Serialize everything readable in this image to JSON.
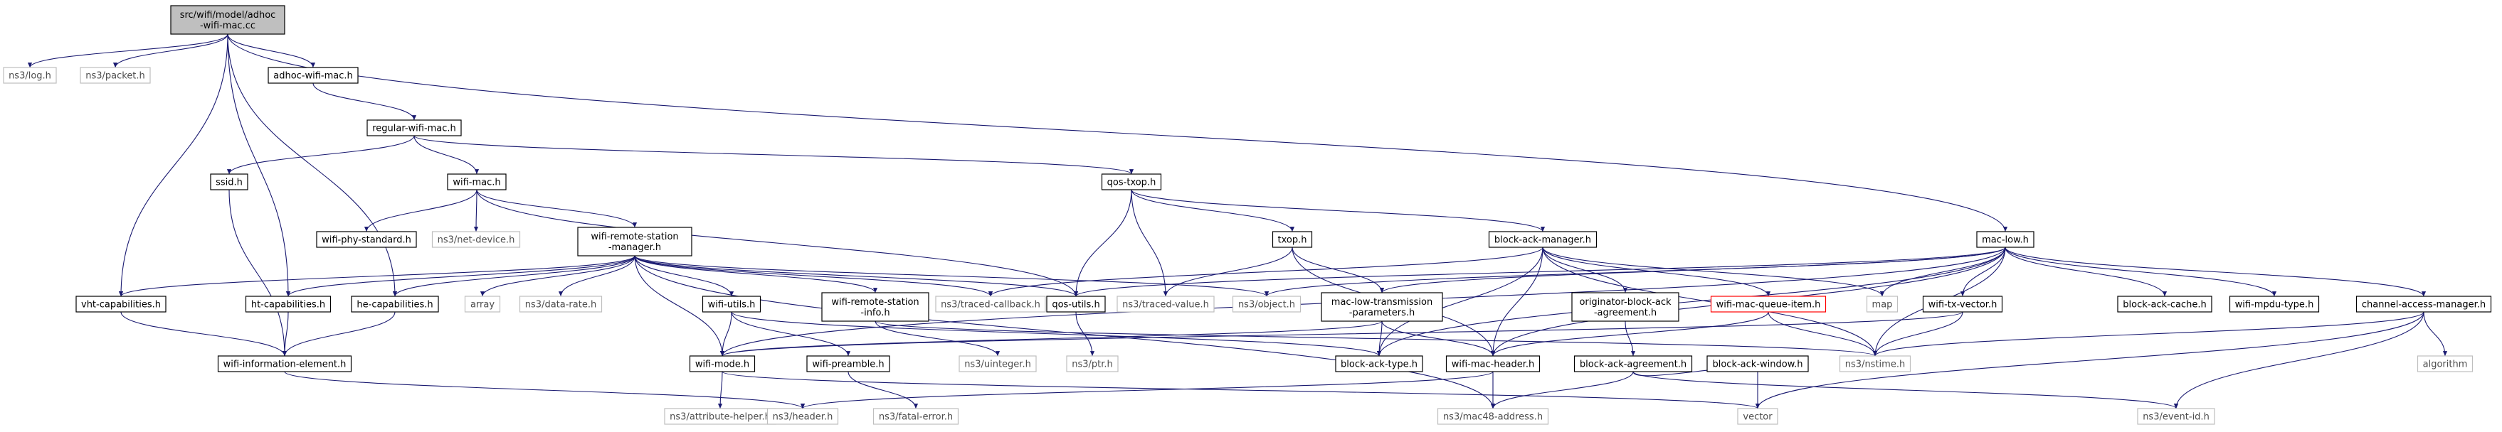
{
  "colors": {
    "edge": "#191970",
    "node_border": "#000000",
    "gray_border": "#bfbfbf",
    "red_border": "#ff0000",
    "root_fill": "#bfbfbf",
    "text": "#000000",
    "gray_text": "#4d4d4d"
  },
  "graph": {
    "nodes": [
      {
        "id": "root",
        "lines": [
          "src/wifi/model/adhoc",
          "-wifi-mac.cc"
        ],
        "style": "root"
      },
      {
        "id": "log",
        "lines": [
          "ns3/log.h"
        ],
        "style": "gray"
      },
      {
        "id": "packet",
        "lines": [
          "ns3/packet.h"
        ],
        "style": "gray"
      },
      {
        "id": "adhoc",
        "lines": [
          "adhoc-wifi-mac.h"
        ],
        "style": "normal"
      },
      {
        "id": "regular",
        "lines": [
          "regular-wifi-mac.h"
        ],
        "style": "normal"
      },
      {
        "id": "ssid",
        "lines": [
          "ssid.h"
        ],
        "style": "normal"
      },
      {
        "id": "wifimac",
        "lines": [
          "wifi-mac.h"
        ],
        "style": "normal"
      },
      {
        "id": "qostxop",
        "lines": [
          "qos-txop.h"
        ],
        "style": "normal"
      },
      {
        "id": "maclow",
        "lines": [
          "mac-low.h"
        ],
        "style": "normal"
      },
      {
        "id": "phystd",
        "lines": [
          "wifi-phy-standard.h"
        ],
        "style": "normal"
      },
      {
        "id": "netdev",
        "lines": [
          "ns3/net-device.h"
        ],
        "style": "gray"
      },
      {
        "id": "wrsm",
        "lines": [
          "wifi-remote-station",
          "-manager.h"
        ],
        "style": "normal"
      },
      {
        "id": "txop",
        "lines": [
          "txop.h"
        ],
        "style": "normal"
      },
      {
        "id": "bam",
        "lines": [
          "block-ack-manager.h"
        ],
        "style": "normal"
      },
      {
        "id": "vht",
        "lines": [
          "vht-capabilities.h"
        ],
        "style": "normal"
      },
      {
        "id": "ht",
        "lines": [
          "ht-capabilities.h"
        ],
        "style": "normal"
      },
      {
        "id": "he",
        "lines": [
          "he-capabilities.h"
        ],
        "style": "normal"
      },
      {
        "id": "array",
        "lines": [
          "array"
        ],
        "style": "gray"
      },
      {
        "id": "datarate",
        "lines": [
          "ns3/data-rate.h"
        ],
        "style": "gray"
      },
      {
        "id": "wifiutils",
        "lines": [
          "wifi-utils.h"
        ],
        "style": "normal"
      },
      {
        "id": "wrsi",
        "lines": [
          "wifi-remote-station",
          "-info.h"
        ],
        "style": "normal"
      },
      {
        "id": "tracedcb",
        "lines": [
          "ns3/traced-callback.h"
        ],
        "style": "gray"
      },
      {
        "id": "qosutils",
        "lines": [
          "qos-utils.h"
        ],
        "style": "normal"
      },
      {
        "id": "tracedval",
        "lines": [
          "ns3/traced-value.h"
        ],
        "style": "gray"
      },
      {
        "id": "object",
        "lines": [
          "ns3/object.h"
        ],
        "style": "gray"
      },
      {
        "id": "mltp",
        "lines": [
          "mac-low-transmission",
          "-parameters.h"
        ],
        "style": "normal"
      },
      {
        "id": "oba",
        "lines": [
          "originator-block-ack",
          "-agreement.h"
        ],
        "style": "normal"
      },
      {
        "id": "wmqi",
        "lines": [
          "wifi-mac-queue-item.h"
        ],
        "style": "red"
      },
      {
        "id": "map",
        "lines": [
          "map"
        ],
        "style": "gray"
      },
      {
        "id": "txvector",
        "lines": [
          "wifi-tx-vector.h"
        ],
        "style": "normal"
      },
      {
        "id": "bacache",
        "lines": [
          "block-ack-cache.h"
        ],
        "style": "normal"
      },
      {
        "id": "mpdutype",
        "lines": [
          "wifi-mpdu-type.h"
        ],
        "style": "normal"
      },
      {
        "id": "cam",
        "lines": [
          "channel-access-manager.h"
        ],
        "style": "normal"
      },
      {
        "id": "wie",
        "lines": [
          "wifi-information-element.h"
        ],
        "style": "normal"
      },
      {
        "id": "wifimode",
        "lines": [
          "wifi-mode.h"
        ],
        "style": "normal"
      },
      {
        "id": "preamble",
        "lines": [
          "wifi-preamble.h"
        ],
        "style": "normal"
      },
      {
        "id": "uinteger",
        "lines": [
          "ns3/uinteger.h"
        ],
        "style": "gray"
      },
      {
        "id": "ptr",
        "lines": [
          "ns3/ptr.h"
        ],
        "style": "gray"
      },
      {
        "id": "batype",
        "lines": [
          "block-ack-type.h"
        ],
        "style": "normal"
      },
      {
        "id": "wmh",
        "lines": [
          "wifi-mac-header.h"
        ],
        "style": "normal"
      },
      {
        "id": "baagree",
        "lines": [
          "block-ack-agreement.h"
        ],
        "style": "normal"
      },
      {
        "id": "bawin",
        "lines": [
          "block-ack-window.h"
        ],
        "style": "normal"
      },
      {
        "id": "nstime",
        "lines": [
          "ns3/nstime.h"
        ],
        "style": "gray"
      },
      {
        "id": "algorithm",
        "lines": [
          "algorithm"
        ],
        "style": "gray"
      },
      {
        "id": "attrhelper",
        "lines": [
          "ns3/attribute-helper.h"
        ],
        "style": "gray"
      },
      {
        "id": "header",
        "lines": [
          "ns3/header.h"
        ],
        "style": "gray"
      },
      {
        "id": "fatal",
        "lines": [
          "ns3/fatal-error.h"
        ],
        "style": "gray"
      },
      {
        "id": "mac48",
        "lines": [
          "ns3/mac48-address.h"
        ],
        "style": "gray"
      },
      {
        "id": "vector",
        "lines": [
          "vector"
        ],
        "style": "gray"
      },
      {
        "id": "eventid",
        "lines": [
          "ns3/event-id.h"
        ],
        "style": "gray"
      }
    ],
    "edges": [
      [
        "root",
        "log"
      ],
      [
        "root",
        "packet"
      ],
      [
        "root",
        "adhoc"
      ],
      [
        "root",
        "vht"
      ],
      [
        "root",
        "ht"
      ],
      [
        "root",
        "he"
      ],
      [
        "root",
        "maclow"
      ],
      [
        "adhoc",
        "regular"
      ],
      [
        "regular",
        "ssid"
      ],
      [
        "regular",
        "wifimac"
      ],
      [
        "regular",
        "qostxop"
      ],
      [
        "ssid",
        "wie"
      ],
      [
        "wifimac",
        "phystd"
      ],
      [
        "wifimac",
        "netdev"
      ],
      [
        "wifimac",
        "wrsm"
      ],
      [
        "wifimac",
        "qosutils"
      ],
      [
        "wrsm",
        "vht"
      ],
      [
        "wrsm",
        "ht"
      ],
      [
        "wrsm",
        "he"
      ],
      [
        "wrsm",
        "array"
      ],
      [
        "wrsm",
        "datarate"
      ],
      [
        "wrsm",
        "wifiutils"
      ],
      [
        "wrsm",
        "wrsi"
      ],
      [
        "wrsm",
        "tracedcb"
      ],
      [
        "wrsm",
        "qosutils"
      ],
      [
        "wrsm",
        "object"
      ],
      [
        "wrsm",
        "wifimode"
      ],
      [
        "wrsm",
        "mac48"
      ],
      [
        "vht",
        "wie"
      ],
      [
        "ht",
        "wie"
      ],
      [
        "he",
        "wie"
      ],
      [
        "wie",
        "header"
      ],
      [
        "wifiutils",
        "wifimode"
      ],
      [
        "wifiutils",
        "preamble"
      ],
      [
        "wifiutils",
        "batype"
      ],
      [
        "wrsi",
        "uinteger"
      ],
      [
        "wrsi",
        "nstime"
      ],
      [
        "wifimode",
        "attrhelper"
      ],
      [
        "wifimode",
        "vector"
      ],
      [
        "preamble",
        "fatal"
      ],
      [
        "qostxop",
        "txop"
      ],
      [
        "qostxop",
        "bam"
      ],
      [
        "qostxop",
        "qosutils"
      ],
      [
        "qostxop",
        "tracedval"
      ],
      [
        "txop",
        "tracedval"
      ],
      [
        "txop",
        "wmh"
      ],
      [
        "txop",
        "mltp"
      ],
      [
        "qosutils",
        "ptr"
      ],
      [
        "bam",
        "tracedcb"
      ],
      [
        "bam",
        "oba"
      ],
      [
        "bam",
        "wmqi"
      ],
      [
        "bam",
        "map"
      ],
      [
        "bam",
        "batype"
      ],
      [
        "bam",
        "wmh"
      ],
      [
        "bam",
        "nstime"
      ],
      [
        "mltp",
        "batype"
      ],
      [
        "mltp",
        "wifimode"
      ],
      [
        "mltp",
        "wmh"
      ],
      [
        "oba",
        "baagree"
      ],
      [
        "wmqi",
        "wmh"
      ],
      [
        "wmqi",
        "nstime"
      ],
      [
        "wmh",
        "header"
      ],
      [
        "wmh",
        "mac48"
      ],
      [
        "baagree",
        "bawin"
      ],
      [
        "baagree",
        "mac48"
      ],
      [
        "baagree",
        "eventid"
      ],
      [
        "bawin",
        "vector"
      ],
      [
        "maclow",
        "object"
      ],
      [
        "maclow",
        "map"
      ],
      [
        "maclow",
        "qosutils"
      ],
      [
        "maclow",
        "mltp"
      ],
      [
        "maclow",
        "txvector"
      ],
      [
        "maclow",
        "bacache"
      ],
      [
        "maclow",
        "mpdutype"
      ],
      [
        "maclow",
        "cam"
      ],
      [
        "maclow",
        "nstime"
      ],
      [
        "maclow",
        "batype"
      ],
      [
        "maclow",
        "wmh"
      ],
      [
        "maclow",
        "wifimode"
      ],
      [
        "txvector",
        "wifimode"
      ],
      [
        "txvector",
        "nstime"
      ],
      [
        "cam",
        "algorithm"
      ],
      [
        "cam",
        "vector"
      ],
      [
        "cam",
        "eventid"
      ],
      [
        "cam",
        "nstime"
      ]
    ]
  }
}
